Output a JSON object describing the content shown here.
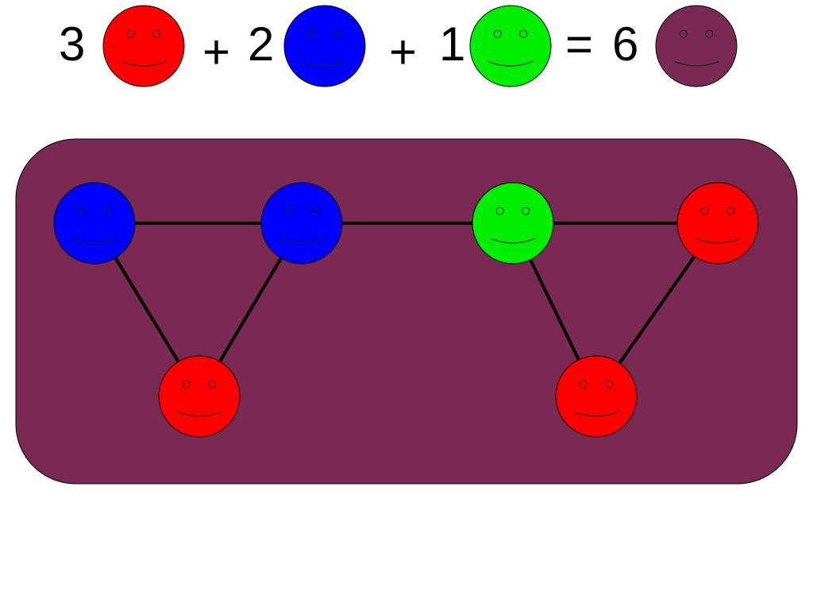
{
  "equation": {
    "terms": [
      {
        "count": "3",
        "color": "#ff0000",
        "color_name": "red"
      },
      {
        "count": "2",
        "color": "#0000ff",
        "color_name": "blue"
      },
      {
        "count": "1",
        "color": "#00ee00",
        "color_name": "green"
      }
    ],
    "plus_sign": "+",
    "equals_sign": "=",
    "result": {
      "count": "6",
      "color": "#7a2a52",
      "color_name": "purple"
    }
  },
  "graph": {
    "background_color": "#7a2a52",
    "edge_color": "#000000",
    "nodes": [
      {
        "id": "b1",
        "color": "#0000ff"
      },
      {
        "id": "b2",
        "color": "#0000ff"
      },
      {
        "id": "r1",
        "color": "#ff0000"
      },
      {
        "id": "g1",
        "color": "#00ee00"
      },
      {
        "id": "r2",
        "color": "#ff0000"
      },
      {
        "id": "r3",
        "color": "#ff0000"
      }
    ],
    "edges": [
      [
        "b1",
        "b2"
      ],
      [
        "b1",
        "r1"
      ],
      [
        "b2",
        "r1"
      ],
      [
        "b2",
        "g1"
      ],
      [
        "g1",
        "r2"
      ],
      [
        "g1",
        "r3"
      ],
      [
        "r2",
        "r3"
      ]
    ]
  }
}
